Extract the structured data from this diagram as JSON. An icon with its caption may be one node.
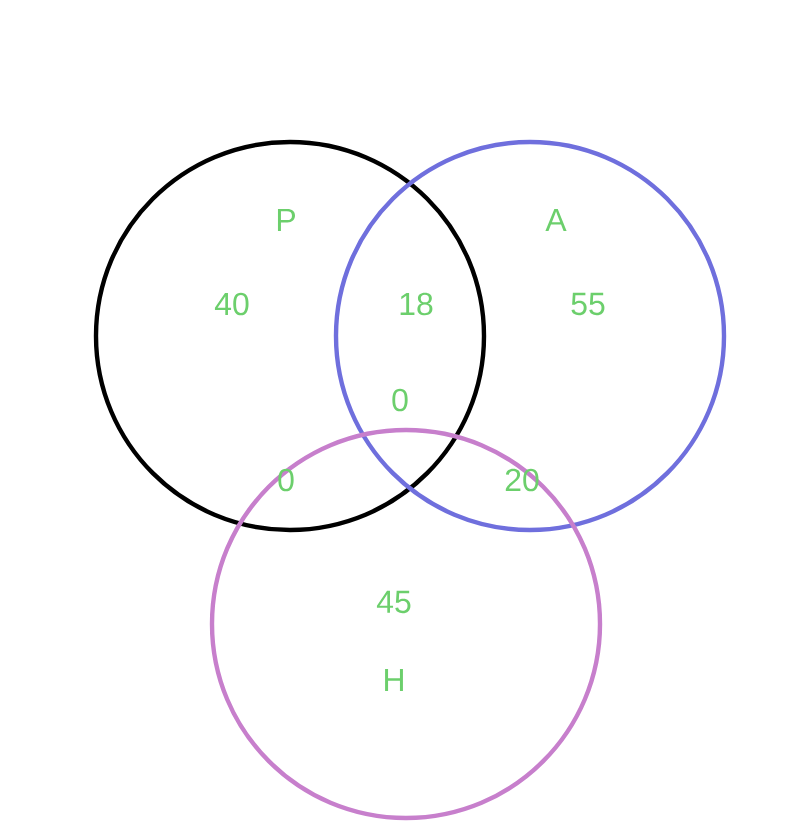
{
  "diagram": {
    "nodes": [
      {
        "text": [
          "P"
        ]
      },
      {
        "text": [
          "A"
        ]
      },
      {
        "text": [
          "H"
        ]
      }
    ],
    "labels": [
      "40",
      "18",
      "55",
      "0",
      "0",
      "20",
      "45"
    ]
  }
}
